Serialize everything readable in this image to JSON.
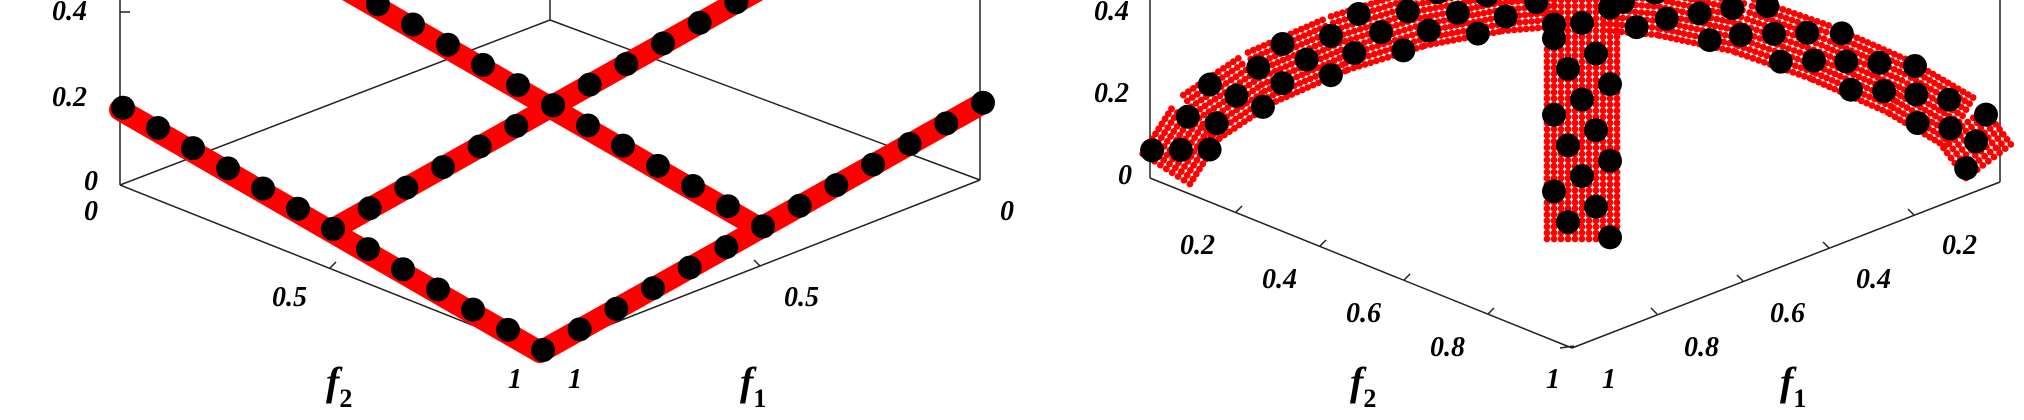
{
  "chart_data": [
    {
      "type": "scatter",
      "projection": "3d",
      "title": "",
      "xlabel": "f1",
      "ylabel": "f2",
      "zlabel": "",
      "xlim": [
        0,
        1
      ],
      "ylim": [
        0,
        1
      ],
      "z_ticks_visible": [
        "0",
        "0.2",
        "0.4"
      ],
      "x_ticks": [
        "0",
        "0.5",
        "1"
      ],
      "y_ticks": [
        "0",
        "0.5",
        "1"
      ],
      "colors": {
        "front": "#ff0000",
        "points": "#000000"
      },
      "description_shape": "grid of straight line segments on the f1-f2 plane, z = 0 at f1=f2=1 rising toward the back",
      "front_lines": [
        {
          "from": [
            1,
            0
          ],
          "to": [
            1,
            1
          ]
        },
        {
          "from": [
            0.5,
            0
          ],
          "to": [
            0.5,
            1
          ]
        },
        {
          "from": [
            0,
            1
          ],
          "to": [
            1,
            1
          ]
        },
        {
          "from": [
            0,
            0.5
          ],
          "to": [
            1,
            0.5
          ]
        }
      ],
      "points_per_line": 12
    },
    {
      "type": "scatter",
      "projection": "3d",
      "title": "",
      "xlabel": "f1",
      "ylabel": "f2",
      "zlabel": "",
      "xlim": [
        0,
        1
      ],
      "ylim": [
        0,
        1
      ],
      "z_ticks_visible": [
        "0",
        "0.2",
        "0.4"
      ],
      "x_ticks": [
        "0.2",
        "0.4",
        "0.6",
        "0.8",
        "1"
      ],
      "y_ticks": [
        "0.2",
        "0.4",
        "0.6",
        "0.8",
        "1"
      ],
      "colors": {
        "front": "#ff0000",
        "points": "#000000"
      },
      "description_shape": "two curved bands and one vertical band of dense red points with black solution markers"
    }
  ],
  "labels": {
    "left": {
      "z_ticks": [
        "0.4",
        "0.2",
        "0"
      ],
      "x_ticks": [
        "0",
        "0.5",
        "1"
      ],
      "y_ticks": [
        "0",
        "0.5",
        "1"
      ],
      "xlabel": "f",
      "xlabel_sub": "1",
      "ylabel": "f",
      "ylabel_sub": "2"
    },
    "right": {
      "z_ticks": [
        "0.4",
        "0.2",
        "0"
      ],
      "x_ticks": [
        "0.2",
        "0.4",
        "0.6",
        "0.8",
        "1"
      ],
      "y_ticks": [
        "0.2",
        "0.4",
        "0.6",
        "0.8",
        "1"
      ],
      "xlabel": "f",
      "xlabel_sub": "1",
      "ylabel": "f",
      "ylabel_sub": "2"
    }
  }
}
